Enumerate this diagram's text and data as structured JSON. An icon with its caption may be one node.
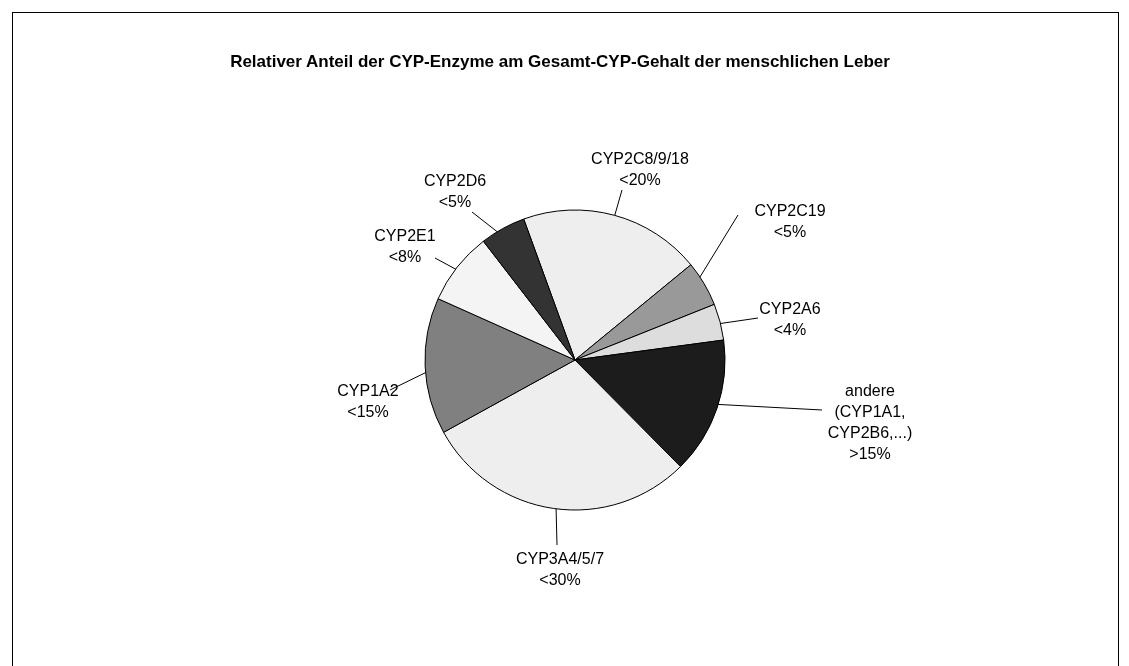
{
  "diagram": {
    "title": "Relativer Anteil der CYP-Enzyme am Gesamt-CYP-Gehalt der menschlichen Leber",
    "chart_data": {
      "type": "pie",
      "categories": [
        "CYP2C8/9/18",
        "CYP2C19",
        "CYP2A6",
        "andere (CYP1A1, CYP2B6,...)",
        "CYP3A4/5/7",
        "CYP1A2",
        "CYP2E1",
        "CYP2D6"
      ],
      "series": [
        {
          "name": null,
          "colors": [
            "#eeeeee",
            "#999999",
            "#dddddd",
            "#1c1c1c",
            "#eeeeee",
            "#808080",
            "#f4f4f4",
            "#333333"
          ],
          "values": [
            20,
            5,
            4,
            15,
            30,
            15,
            8,
            5
          ]
        }
      ],
      "value_labels": [
        "<20%",
        "<5%",
        "<4%",
        ">15%",
        "<30%",
        "<15%",
        "<8%",
        "<5%"
      ]
    }
  }
}
